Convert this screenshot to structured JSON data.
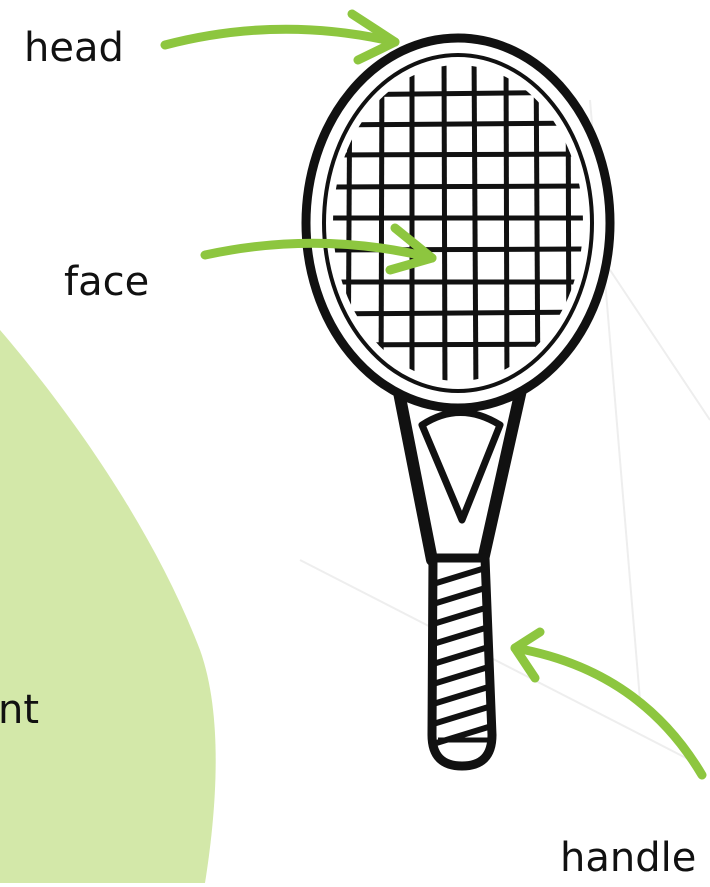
{
  "labels": {
    "head": "head",
    "face": "face",
    "handle": "handle",
    "partial": "nt"
  },
  "colors": {
    "accent": "#8DC63F",
    "blob": "#D3E8A9",
    "ink": "#111111",
    "background": "#FFFFFF"
  },
  "icons": [
    "tennis-racket-icon",
    "arrow-icon"
  ]
}
